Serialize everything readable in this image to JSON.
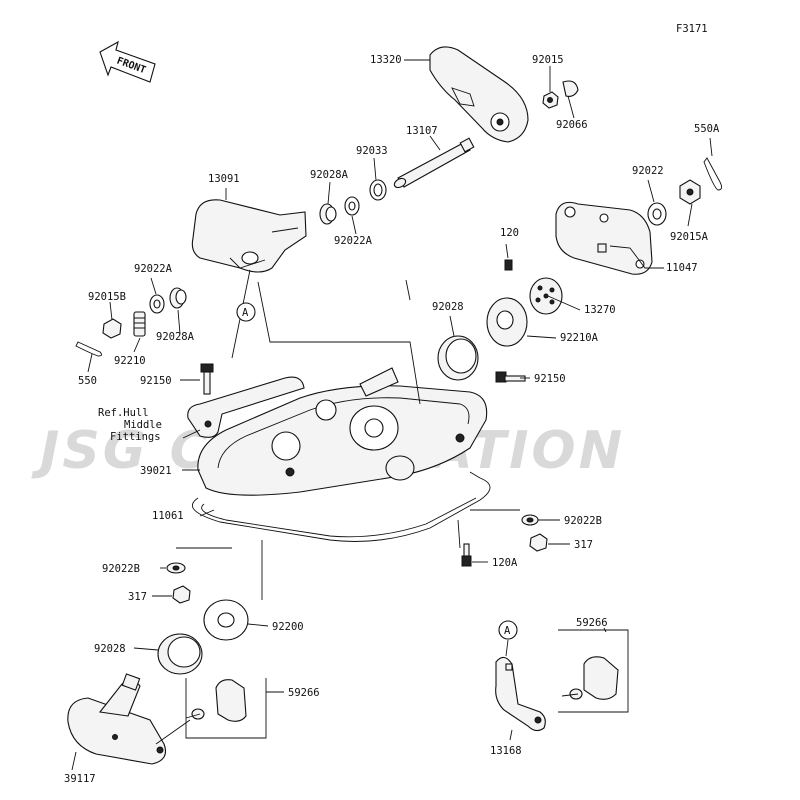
{
  "figure_code": "F3171",
  "front_label": "FRONT",
  "watermark": "JSG CORPORATION",
  "callout_letter": "A",
  "ref_note": [
    "Ref.Hull",
    "Middle",
    "Fittings"
  ],
  "parts": [
    "13320",
    "92015",
    "92066",
    "550A",
    "13107",
    "92033",
    "92028A",
    "13091",
    "92022A",
    "92022",
    "92015A",
    "11047",
    "120",
    "13270",
    "92028",
    "92210A",
    "92015B",
    "92210",
    "550",
    "92150",
    "39021",
    "11061",
    "92022B",
    "317",
    "120A",
    "92200",
    "59266",
    "39117",
    "13168"
  ]
}
